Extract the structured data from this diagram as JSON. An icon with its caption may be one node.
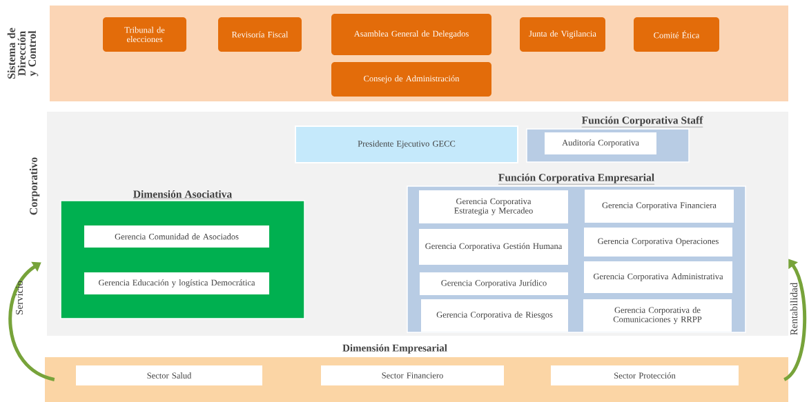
{
  "diagram": {
    "nodes": [
      {
        "text": [
          "Sistema de Dirección y Control"
        ]
      },
      {
        "text": [
          "Tribunal de elecciones"
        ],
        "in": 0
      },
      {
        "text": [
          "Revisoría Fiscal"
        ],
        "in": 0
      },
      {
        "text": [
          "Asamblea General de Delegados"
        ],
        "in": 0
      },
      {
        "text": [
          "Junta de Vigilancia"
        ],
        "in": 0
      },
      {
        "text": [
          "Comité Ética"
        ],
        "in": 0
      },
      {
        "text": [
          "Consejo de Administración"
        ],
        "in": 0
      },
      {
        "text": [
          "Corporativo"
        ]
      },
      {
        "text": [
          "Presidente Ejecutivo GECC"
        ],
        "in": 7
      },
      {
        "text": [
          "Función Corporativa Staff"
        ],
        "in": 7
      },
      {
        "text": [
          "Auditoría Corporativa"
        ],
        "in": 9
      },
      {
        "text": [
          "Dimensión Asociativa"
        ],
        "in": 7
      },
      {
        "text": [
          "Gerencia Comunidad de Asociados"
        ],
        "in": 11
      },
      {
        "text": [
          "Gerencia Educación y logística Democrática"
        ],
        "in": 11
      },
      {
        "text": [
          "Función Corporativa Empresarial"
        ],
        "in": 7
      },
      {
        "text": [
          "Gerencia Corporativa Estrategia y Mercadeo"
        ],
        "in": 14
      },
      {
        "text": [
          "Gerencia Corporativa Financiera"
        ],
        "in": 14
      },
      {
        "text": [
          "Gerencia Corporativa Gestión Humana"
        ],
        "in": 14
      },
      {
        "text": [
          "Gerencia Corporativa Operaciones"
        ],
        "in": 14
      },
      {
        "text": [
          "Gerencia Corporativa Jurídico"
        ],
        "in": 14
      },
      {
        "text": [
          "Gerencia Corporativa Administrativa"
        ],
        "in": 14
      },
      {
        "text": [
          "Gerencia Corporativa de Riesgos"
        ],
        "in": 14
      },
      {
        "text": [
          "Gerencia Corporativa de Comunicaciones y RRPP"
        ],
        "in": 14
      },
      {
        "text": [
          "Dimensión Empresarial"
        ]
      },
      {
        "text": [
          "Sector Salud"
        ],
        "in": 23
      },
      {
        "text": [
          "Sector Financiero"
        ],
        "in": 23
      },
      {
        "text": [
          "Sector Protección"
        ],
        "in": 23
      }
    ],
    "edges": [
      {
        "from": 23,
        "to": 7,
        "arrow": "to",
        "label": "Servicio"
      },
      {
        "from": 23,
        "to": 7,
        "arrow": "to",
        "label": "Rentabilidad"
      }
    ]
  }
}
